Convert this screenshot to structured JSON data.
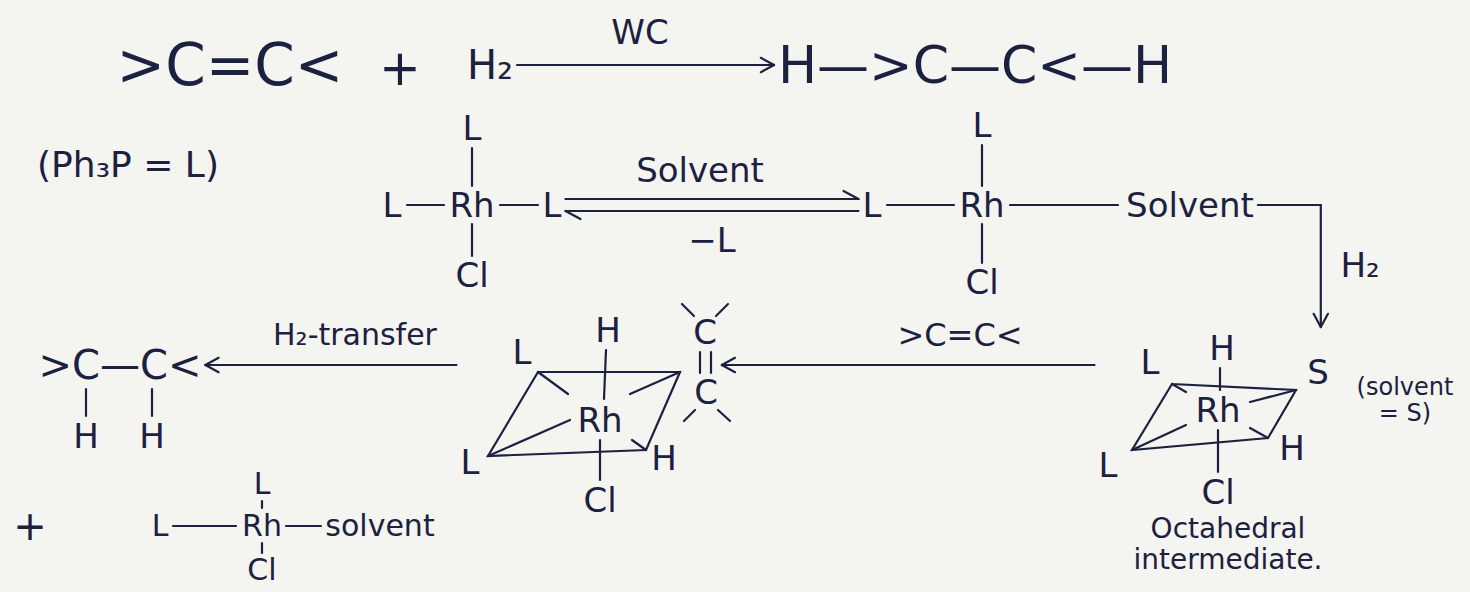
{
  "diagram": {
    "nodes": [
      {
        "text": [
          ">C=C<"
        ]
      },
      {
        "text": [
          "H₂"
        ]
      },
      {
        "text": [
          "H—>C—C<—H"
        ]
      },
      {
        "text": [
          "L",
          "L",
          "Rh",
          "L",
          "Cl"
        ]
      },
      {
        "text": [
          "L",
          "L",
          "Rh",
          "Solvent",
          "Cl"
        ]
      },
      {
        "text": [
          "H",
          "L",
          "S",
          "Rh",
          "L",
          "H",
          "Cl"
        ]
      },
      {
        "text": [
          "H",
          "C",
          "C",
          "L",
          "Rh",
          "L",
          "H",
          "Cl"
        ]
      },
      {
        "text": [
          ">C—C<",
          "H",
          "H"
        ]
      },
      {
        "text": [
          "L",
          "L",
          "Rh",
          "solvent",
          "Cl"
        ]
      }
    ],
    "edges": [
      {
        "from": 1,
        "to": 2,
        "arrow": "to",
        "label": "WC"
      },
      {
        "from": 3,
        "to": 4,
        "arrow": "both",
        "label": "Solvent"
      },
      {
        "from": 4,
        "to": 5,
        "arrow": "to",
        "label": "H₂"
      },
      {
        "from": 5,
        "to": 6,
        "arrow": "to",
        "label": ">C=C<"
      },
      {
        "from": 6,
        "to": 7,
        "arrow": "to",
        "label": "H₂-transfer"
      }
    ],
    "labels": [
      "+",
      "(Ph₃P = L)",
      "−L",
      "(solvent = S)",
      "Octahedral intermediate.",
      "+"
    ]
  }
}
